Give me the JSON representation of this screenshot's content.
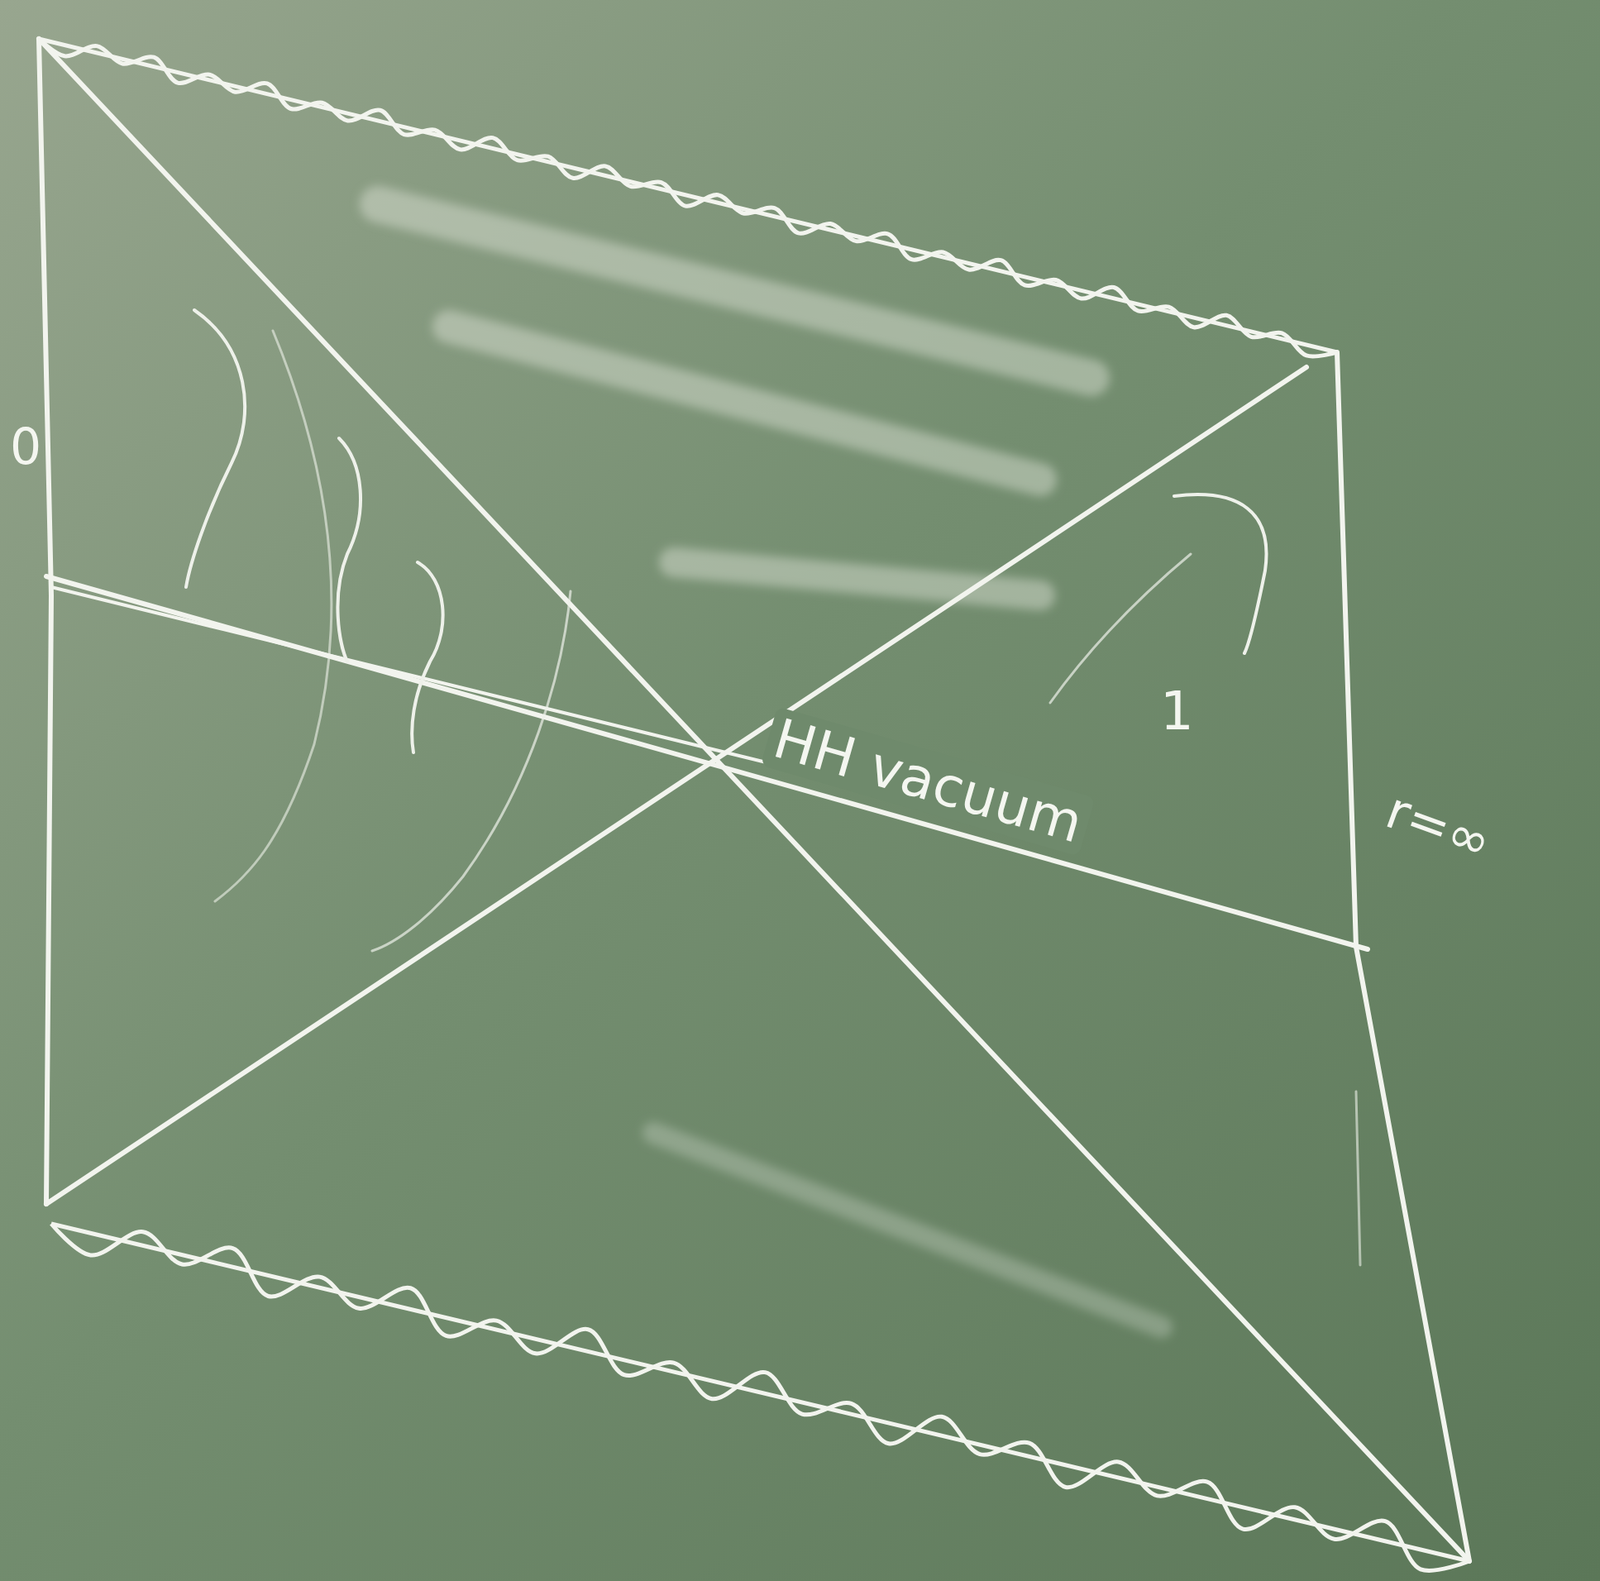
{
  "diagram": {
    "labels": [
      "0",
      "HH vacuum",
      "1",
      "r=∞"
    ]
  }
}
